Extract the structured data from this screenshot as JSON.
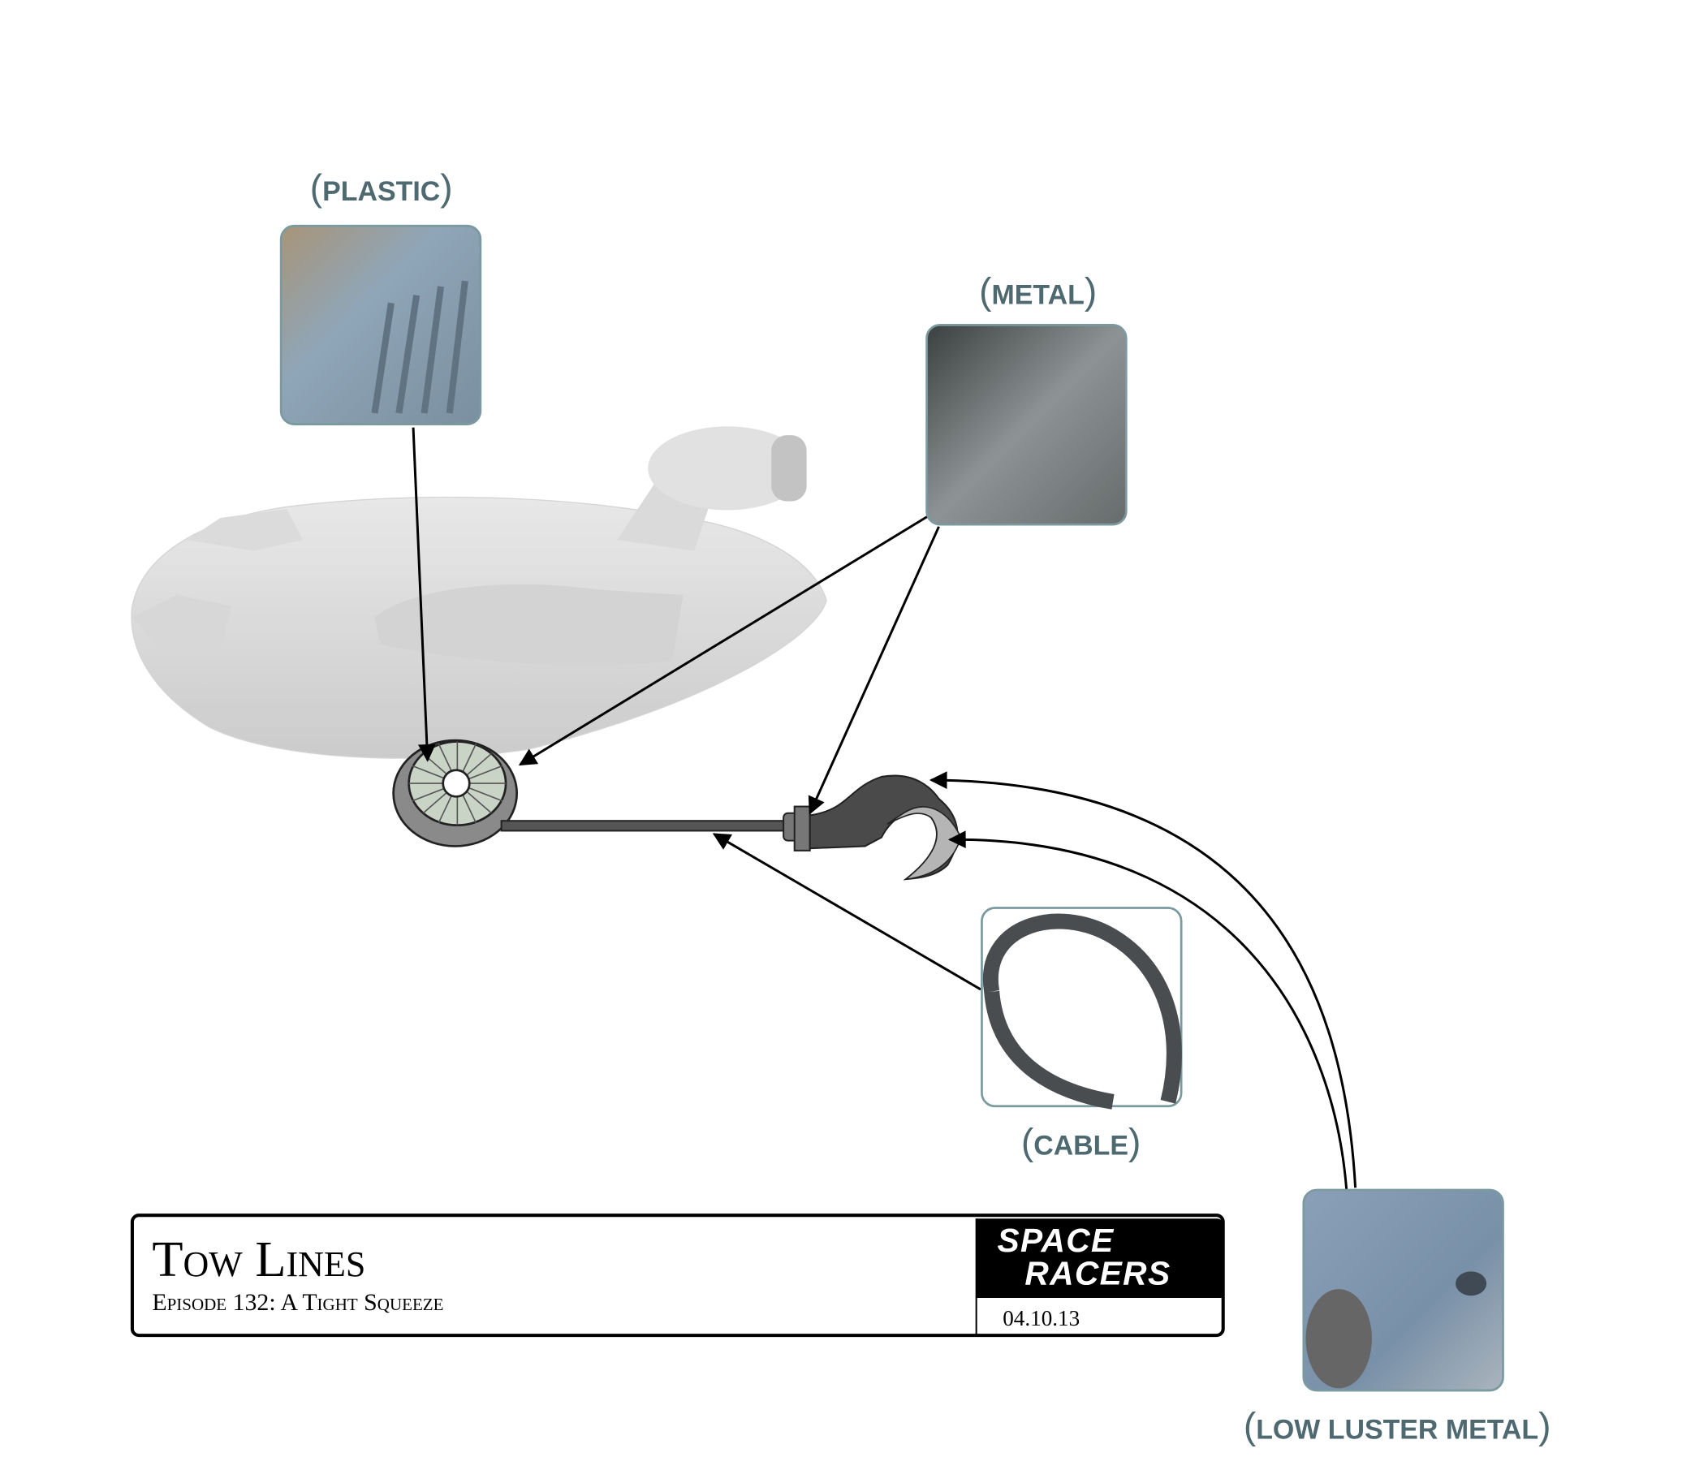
{
  "materials": [
    {
      "label": "PLASTIC"
    },
    {
      "label": "METAL"
    },
    {
      "label": "CABLE"
    },
    {
      "label": "LOW LUSTER METAL"
    }
  ],
  "title_block": {
    "title": "Tow Lines",
    "subtitle": "Episode 132: A Tight Squeeze",
    "logo_line1": "SPACE",
    "logo_line2": "RACERS",
    "date": "04.10.13"
  },
  "colors": {
    "label": "#4e6a70",
    "swatch_border": "#7a9aa0"
  }
}
